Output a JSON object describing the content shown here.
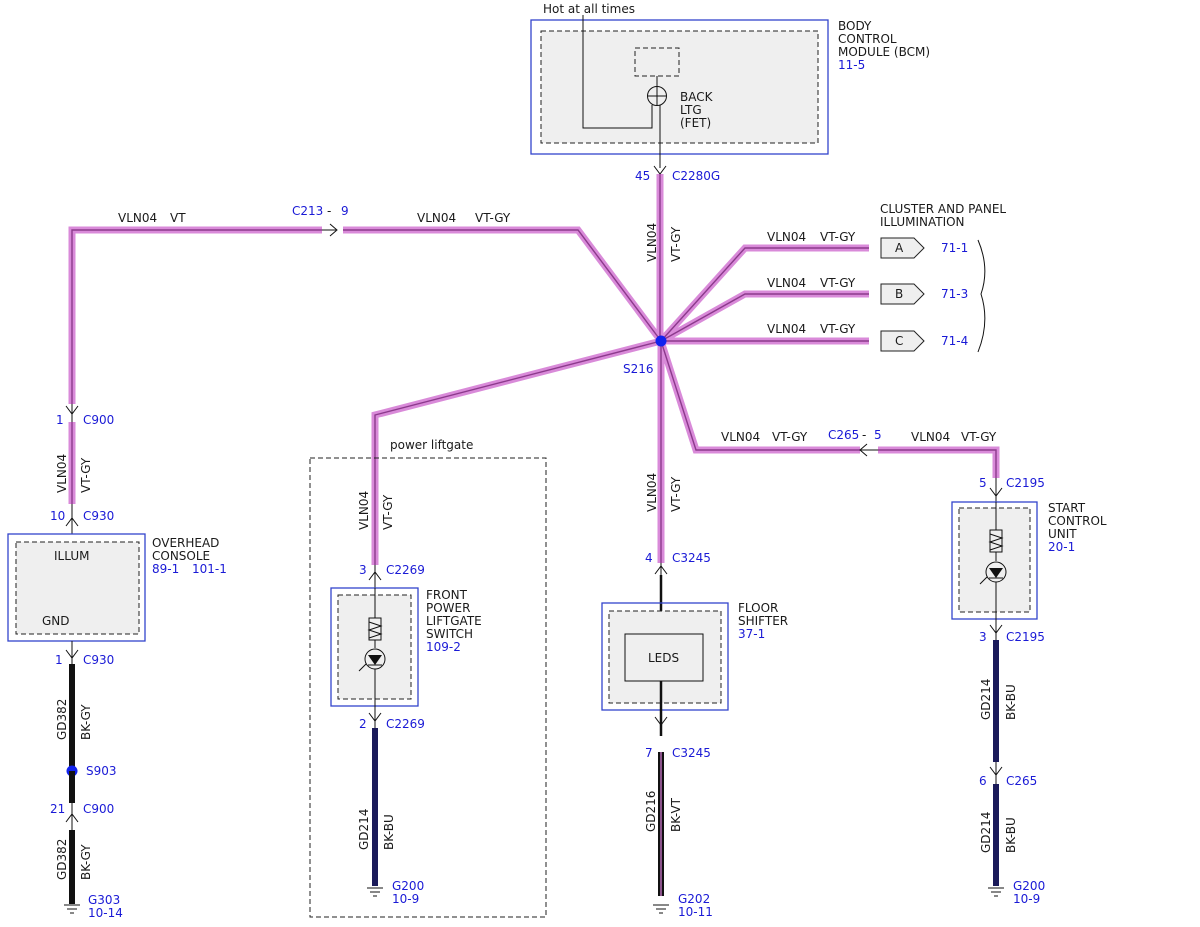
{
  "bcm": {
    "hot": "Hot at all times",
    "name1": "BODY",
    "name2": "CONTROL",
    "name3": "MODULE (BCM)",
    "ref": "11-5",
    "fet1": "BACK",
    "fet2": "LTG",
    "fet3": "(FET)",
    "pin": "45",
    "conn": "C2280G"
  },
  "wire": {
    "circuit": "VLN04",
    "vt": "VT",
    "vtgy": "VT-GY",
    "c213": "C213",
    "dash": "-",
    "c213pin": "9",
    "c265": "C265",
    "c265pin": "5"
  },
  "splice": {
    "s216": "S216",
    "s903": "S903"
  },
  "cluster": {
    "title1": "CLUSTER AND PANEL",
    "title2": "ILLUMINATION",
    "a": "A",
    "b": "B",
    "c": "C",
    "refA": "71-1",
    "refB": "71-3",
    "refC": "71-4"
  },
  "overhead": {
    "pin1": "1",
    "conn1": "C900",
    "pin10": "10",
    "conn930": "C930",
    "illum": "ILLUM",
    "gnd": "GND",
    "name1": "OVERHEAD",
    "name2": "CONSOLE",
    "ref1": "89-1",
    "ref2": "101-1",
    "pin1b": "1",
    "conn930b": "C930",
    "gd382": "GD382",
    "bkgy": "BK-GY",
    "pin21": "21",
    "conn900b": "C900",
    "ground": "G303",
    "groundRef": "10-14"
  },
  "liftgate": {
    "group": "power liftgate",
    "pin3": "3",
    "conn": "C2269",
    "name1": "FRONT",
    "name2": "POWER",
    "name3": "LIFTGATE",
    "name4": "SWITCH",
    "ref": "109-2",
    "pin2": "2",
    "conn2": "C2269",
    "gd214": "GD214",
    "bkbu": "BK-BU",
    "ground": "G200",
    "groundRef": "10-9"
  },
  "shifter": {
    "pin4": "4",
    "conn": "C3245",
    "leds": "LEDS",
    "name1": "FLOOR",
    "name2": "SHIFTER",
    "ref": "37-1",
    "pin7": "7",
    "conn2": "C3245",
    "gd216": "GD216",
    "bkvt": "BK-VT",
    "ground": "G202",
    "groundRef": "10-11"
  },
  "start": {
    "pin5": "5",
    "conn": "C2195",
    "name1": "START",
    "name2": "CONTROL",
    "name3": "UNIT",
    "ref": "20-1",
    "pin3": "3",
    "conn2": "C2195",
    "gd214": "GD214",
    "bkbu": "BK-BU",
    "pin6": "6",
    "conn3": "C265",
    "ground": "G200",
    "groundRef": "10-9"
  }
}
